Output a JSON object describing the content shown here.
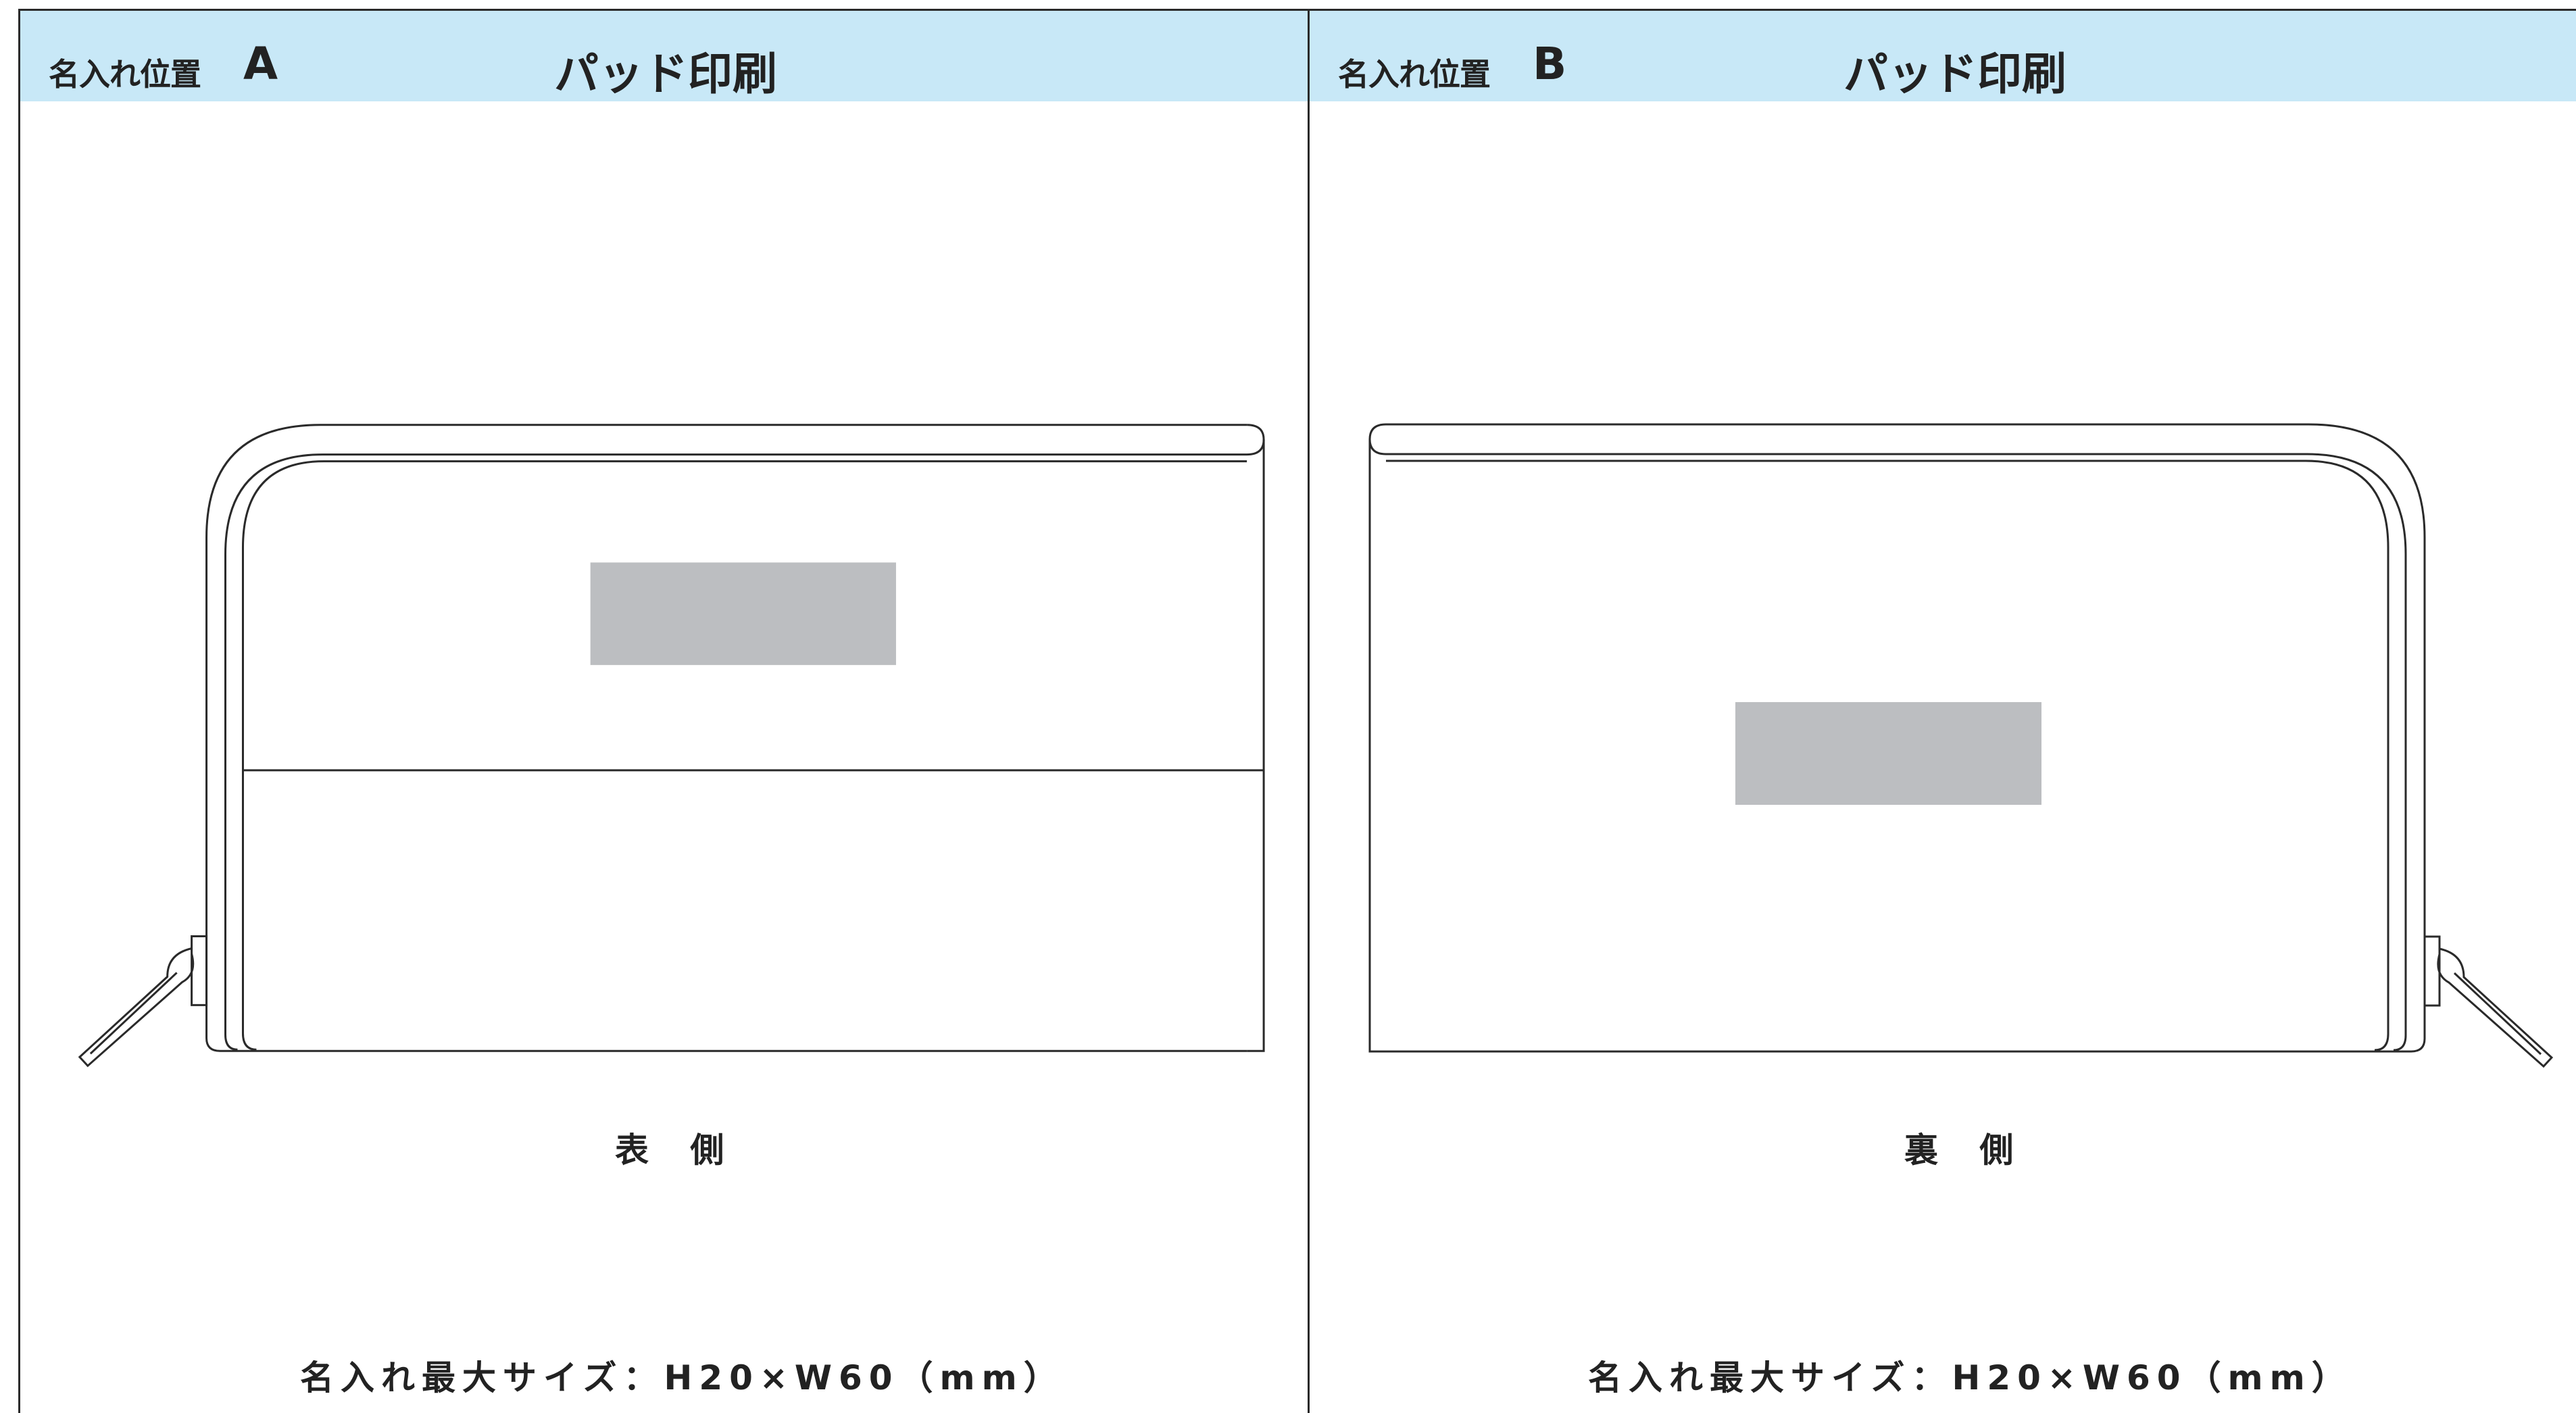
{
  "panels": [
    {
      "position_label": "名入れ位置",
      "position_letter": "A",
      "method": "パッド印刷",
      "side": "表 側",
      "max_size": "名入れ最大サイズ：H20×W60（mm）"
    },
    {
      "position_label": "名入れ位置",
      "position_letter": "B",
      "method": "パッド印刷",
      "side": "裏 側",
      "max_size": "名入れ最大サイズ：H20×W60（mm）"
    }
  ],
  "colors": {
    "header_bg": "#c8e8f7",
    "print_area": "#bcbec1",
    "outline": "#2a2a2a"
  }
}
